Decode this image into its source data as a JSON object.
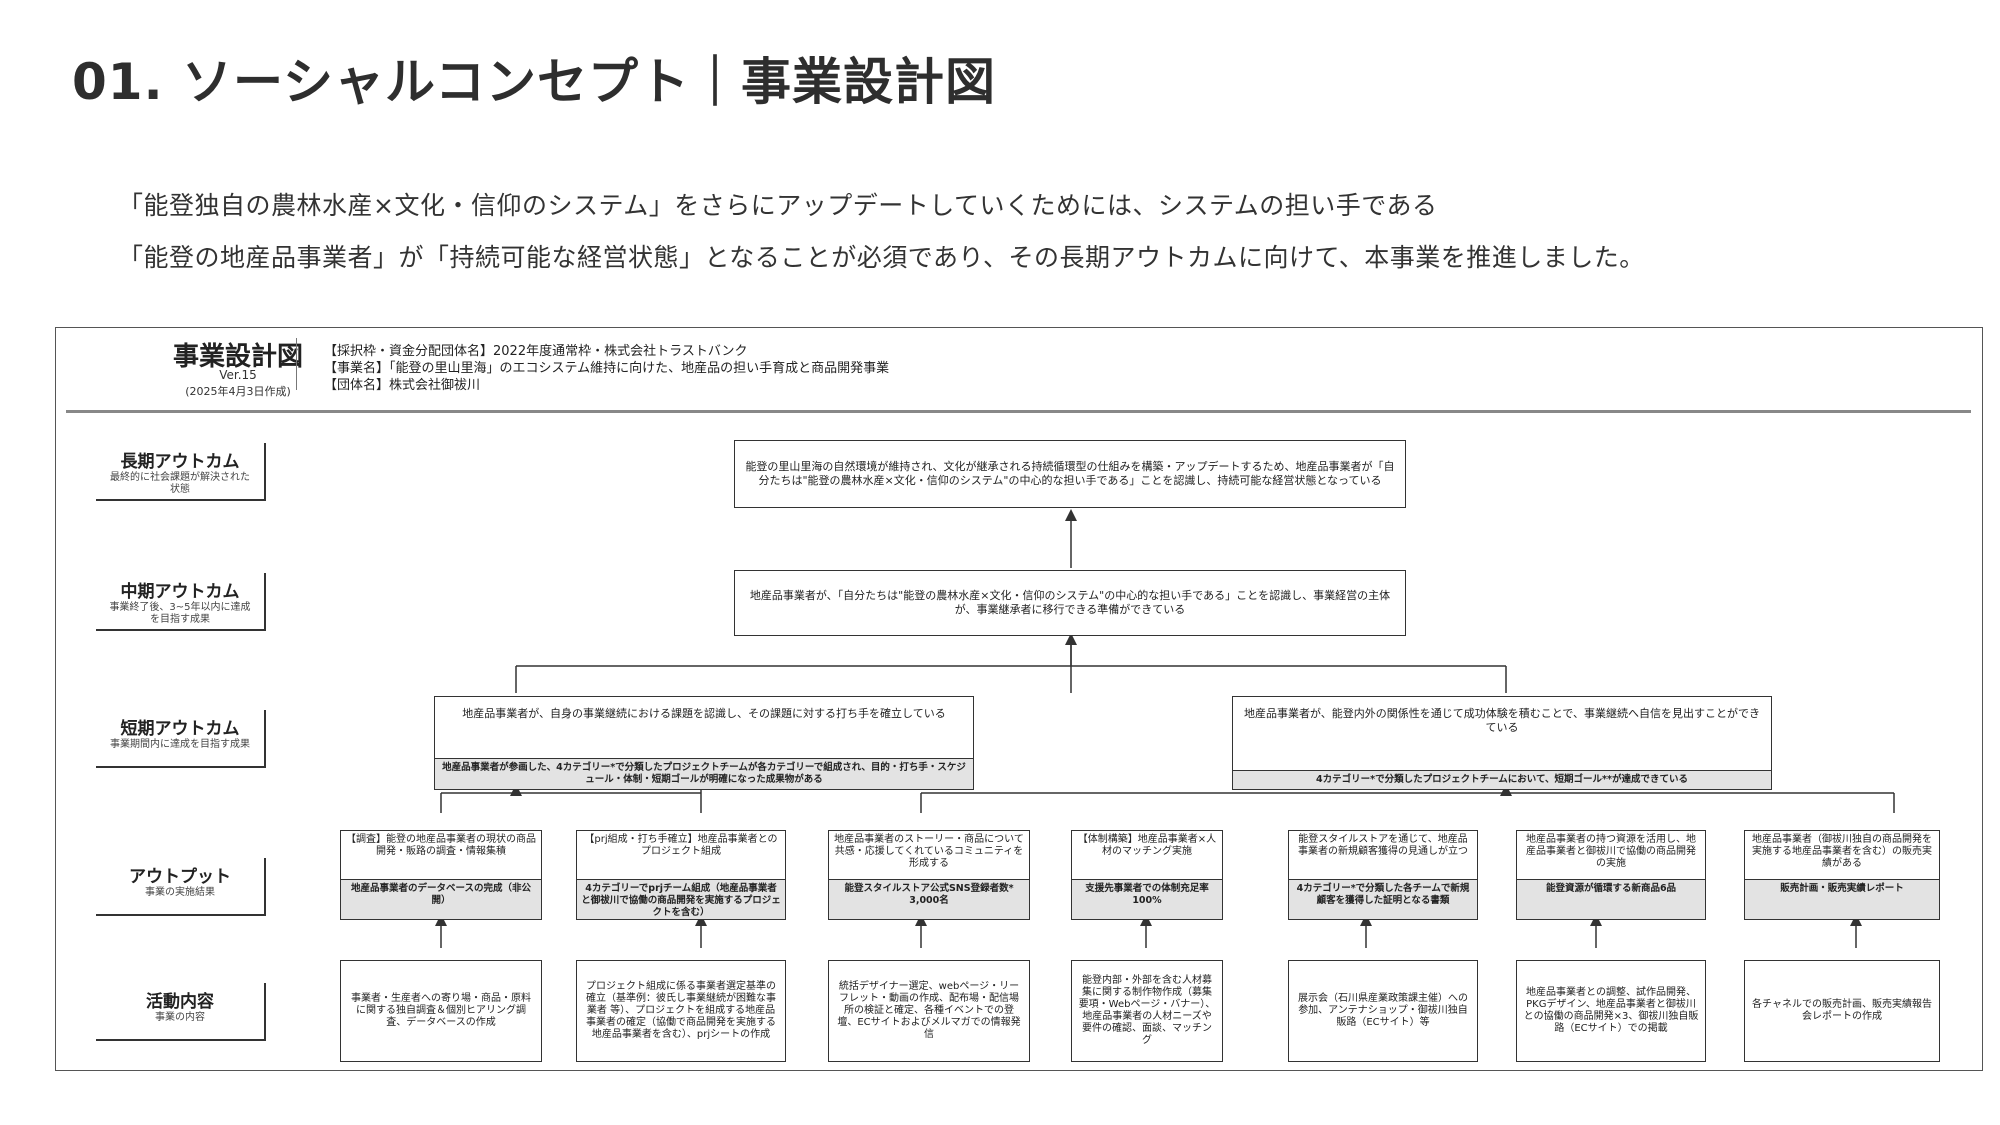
{
  "page": {
    "title": "01. ソーシャルコンセプト｜事業設計図",
    "intro_lines": [
      "「能登独自の農林水産×文化・信仰のシステム」をさらにアップデートしていくためには、システムの担い手である",
      "「能登の地産品事業者」が「持続可能な経営状態」となることが必須であり、その長期アウトカムに向けて、本事業を推進しました。"
    ]
  },
  "diagram": {
    "header": {
      "title": "事業設計図",
      "version": "Ver.15",
      "date": "(2025年4月3日作成)",
      "meta": [
        "【採択枠・資金分配団体名】2022年度通常枠・株式会社トラストバンク",
        "【事業名】「能登の里山里海」のエコシステム維持に向けた、地産品の担い手育成と商品開発事業",
        "【団体名】株式会社御祓川"
      ]
    },
    "levels": [
      {
        "name": "長期アウトカム",
        "desc": "最終的に社会課題が解決された状態"
      },
      {
        "name": "中期アウトカム",
        "desc": "事業終了後、3~5年以内に達成を目指す成果"
      },
      {
        "name": "短期アウトカム",
        "desc": "事業期間内に達成を目指す成果"
      },
      {
        "name": "アウトプット",
        "desc": "事業の実施結果"
      },
      {
        "name": "活動内容",
        "desc": "事業の内容"
      }
    ],
    "long_term": "能登の里山里海の自然環境が維持され、文化が継承される持続循環型の仕組みを構築・アップデートするため、地産品事業者が「自分たちは\"能登の農林水産×文化・信仰のシステム\"の中心的な担い手である」ことを認識し、持続可能な経営状態となっている",
    "mid_term": "地産品事業者が、「自分たちは\"能登の農林水産×文化・信仰のシステム\"の中心的な担い手である」ことを認識し、事業経営の主体が、事業継承者に移行できる準備ができている",
    "short_term": [
      {
        "text": "地産品事業者が、自身の事業継続における課題を認識し、その課題に対する打ち手を確立している",
        "indicator": "地産品事業者が参画した、4カテゴリー*で分類したプロジェクトチームが各カテゴリーで組成され、目的・打ち手・スケジュール・体制・短期ゴールが明確になった成果物がある"
      },
      {
        "text": "地産品事業者が、能登内外の関係性を通じて成功体験を積むことで、事業継続へ自信を見出すことができている",
        "indicator": "4カテゴリー*で分類したプロジェクトチームにおいて、短期ゴール**が達成できている"
      }
    ],
    "outputs": [
      {
        "text": "【調査】能登の地産品事業者の現状の商品開発・販路の調査・情報集積",
        "indicator": "地産品事業者のデータベースの完成（非公開）"
      },
      {
        "text": "【prj組成・打ち手確立】地産品事業者とのプロジェクト組成",
        "indicator": "4カテゴリーでprjチーム組成（地産品事業者と御祓川で協働の商品開発を実施するプロジェクトを含む）"
      },
      {
        "text": "地産品事業者のストーリー・商品について共感・応援してくれているコミュニティを形成する",
        "indicator": "能登スタイルストア公式SNS登録者数* 3,000名"
      },
      {
        "text": "【体制構築】地産品事業者×人材のマッチング実施",
        "indicator": "支援先事業者での体制充足率100%"
      },
      {
        "text": "能登スタイルストアを通じて、地産品事業者の新規顧客獲得の見通しが立つ",
        "indicator": "4カテゴリー*で分類した各チームで新規顧客を獲得した証明となる書類"
      },
      {
        "text": "地産品事業者の持つ資源を活用し、地産品事業者と御祓川で協働の商品開発の実施",
        "indicator": "能登資源が循環する新商品6品"
      },
      {
        "text": "地産品事業者（御祓川独自の商品開発を実施する地産品事業者を含む）の販売実績がある",
        "indicator": "販売計画・販売実績レポート"
      }
    ],
    "activities": [
      "事業者・生産者への寄り場・商品・原料に関する独自調査＆個別ヒアリング調査、データベースの作成",
      "プロジェクト組成に係る事業者選定基準の確立（基準例：彼氏し事業継続が困難な事業者 等）、プロジェクトを組成する地産品事業者の確定（協働で商品開発を実施する地産品事業者を含む）、prjシートの作成",
      "統括デザイナー選定、webページ・リーフレット・動画の作成、配布場・配信場所の検証と確定、各種イベントでの登壇、ECサイトおよびメルマガでの情報発信",
      "能登内部・外部を含む人材募集に関する制作物作成（募集要項・Webページ・バナー）、地産品事業者の人材ニーズや要件の確認、面談、マッチング",
      "展示会（石川県産業政策課主催）への参加、アンテナショップ・御祓川独自販路（ECサイト）等",
      "地産品事業者との調整、試作品開発、PKGデザイン、地産品事業者と御祓川との協働の商品開発×3、御祓川独自販路（ECサイト）での掲載",
      "各チャネルでの販売計画、販売実績報告会レポートの作成"
    ]
  }
}
